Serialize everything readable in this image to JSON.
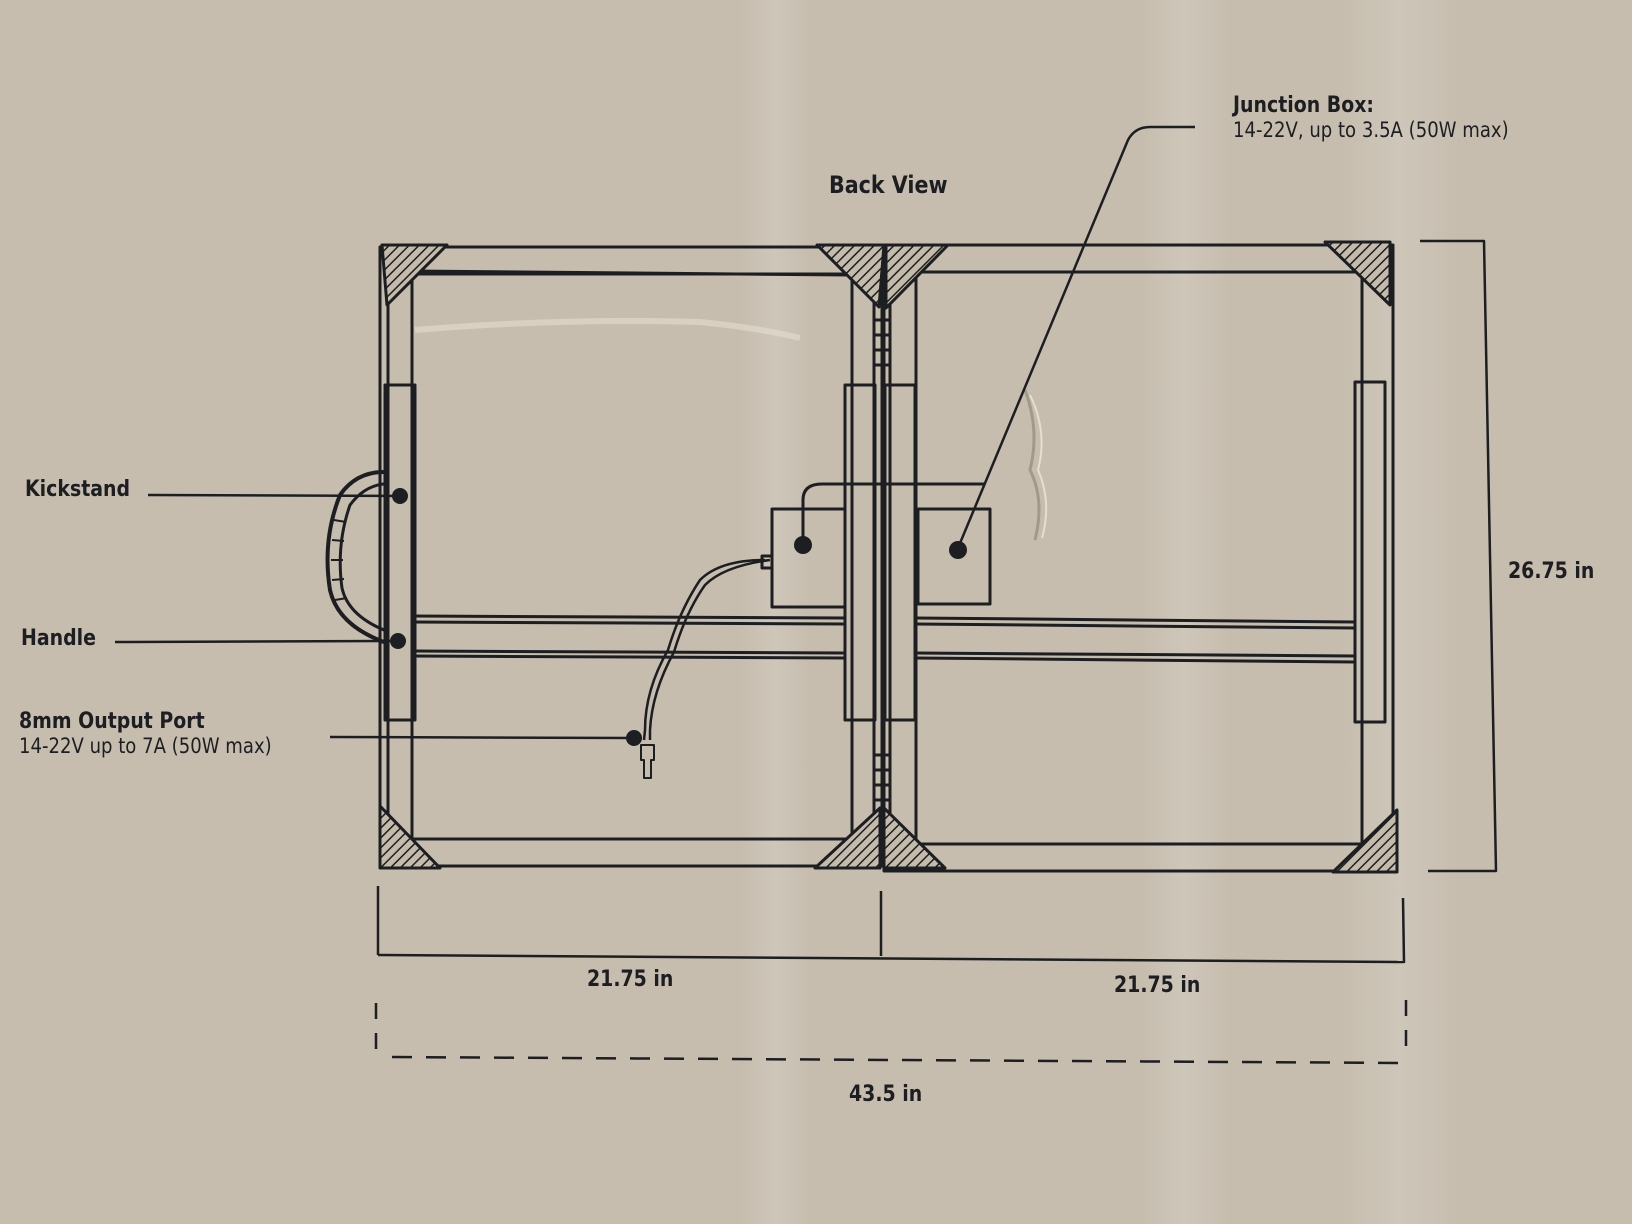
{
  "diagram": {
    "title": "Back View",
    "junction_box": {
      "label": "Junction Box:",
      "spec": "14-22V, up to 3.5A (50W max)"
    },
    "kickstand": {
      "label": "Kickstand"
    },
    "handle": {
      "label": "Handle"
    },
    "output_port": {
      "label": "8mm Output Port",
      "spec": "14-22V up to 7A (50W max)"
    },
    "dimensions": {
      "height": "26.75 in",
      "left_width": "21.75 in",
      "right_width": "21.75 in",
      "total_width": "43.5 in"
    }
  },
  "colors": {
    "background": "#c4bbab",
    "ink": "#1d1e22"
  }
}
